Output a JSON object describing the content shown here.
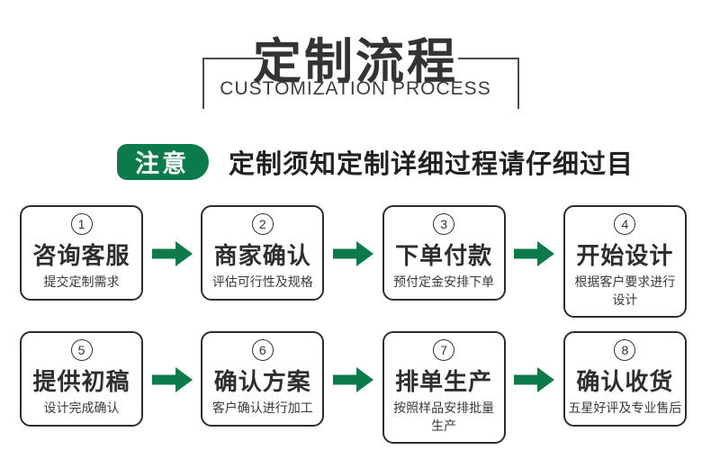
{
  "header": {
    "title": "定制流程",
    "subtitle": "CUSTOMIZATION PROCESS"
  },
  "notice": {
    "badge": "注意",
    "text": "定制须知定制详细过程请仔细过目"
  },
  "colors": {
    "green": "#0d7a4c",
    "ink": "#2e2e2e"
  },
  "steps": [
    {
      "num": "1",
      "title": "咨询客服",
      "desc": "提交定制需求"
    },
    {
      "num": "2",
      "title": "商家确认",
      "desc": "评估可行性及规格"
    },
    {
      "num": "3",
      "title": "下单付款",
      "desc": "预付定金安排下单"
    },
    {
      "num": "4",
      "title": "开始设计",
      "desc": "根据客户要求进行\n设计"
    },
    {
      "num": "5",
      "title": "提供初稿",
      "desc": "设计完成确认"
    },
    {
      "num": "6",
      "title": "确认方案",
      "desc": "客户确认进行加工"
    },
    {
      "num": "7",
      "title": "排单生产",
      "desc": "按照样品安排批量\n生产"
    },
    {
      "num": "8",
      "title": "确认收货",
      "desc": "五星好评及专业售后"
    }
  ]
}
